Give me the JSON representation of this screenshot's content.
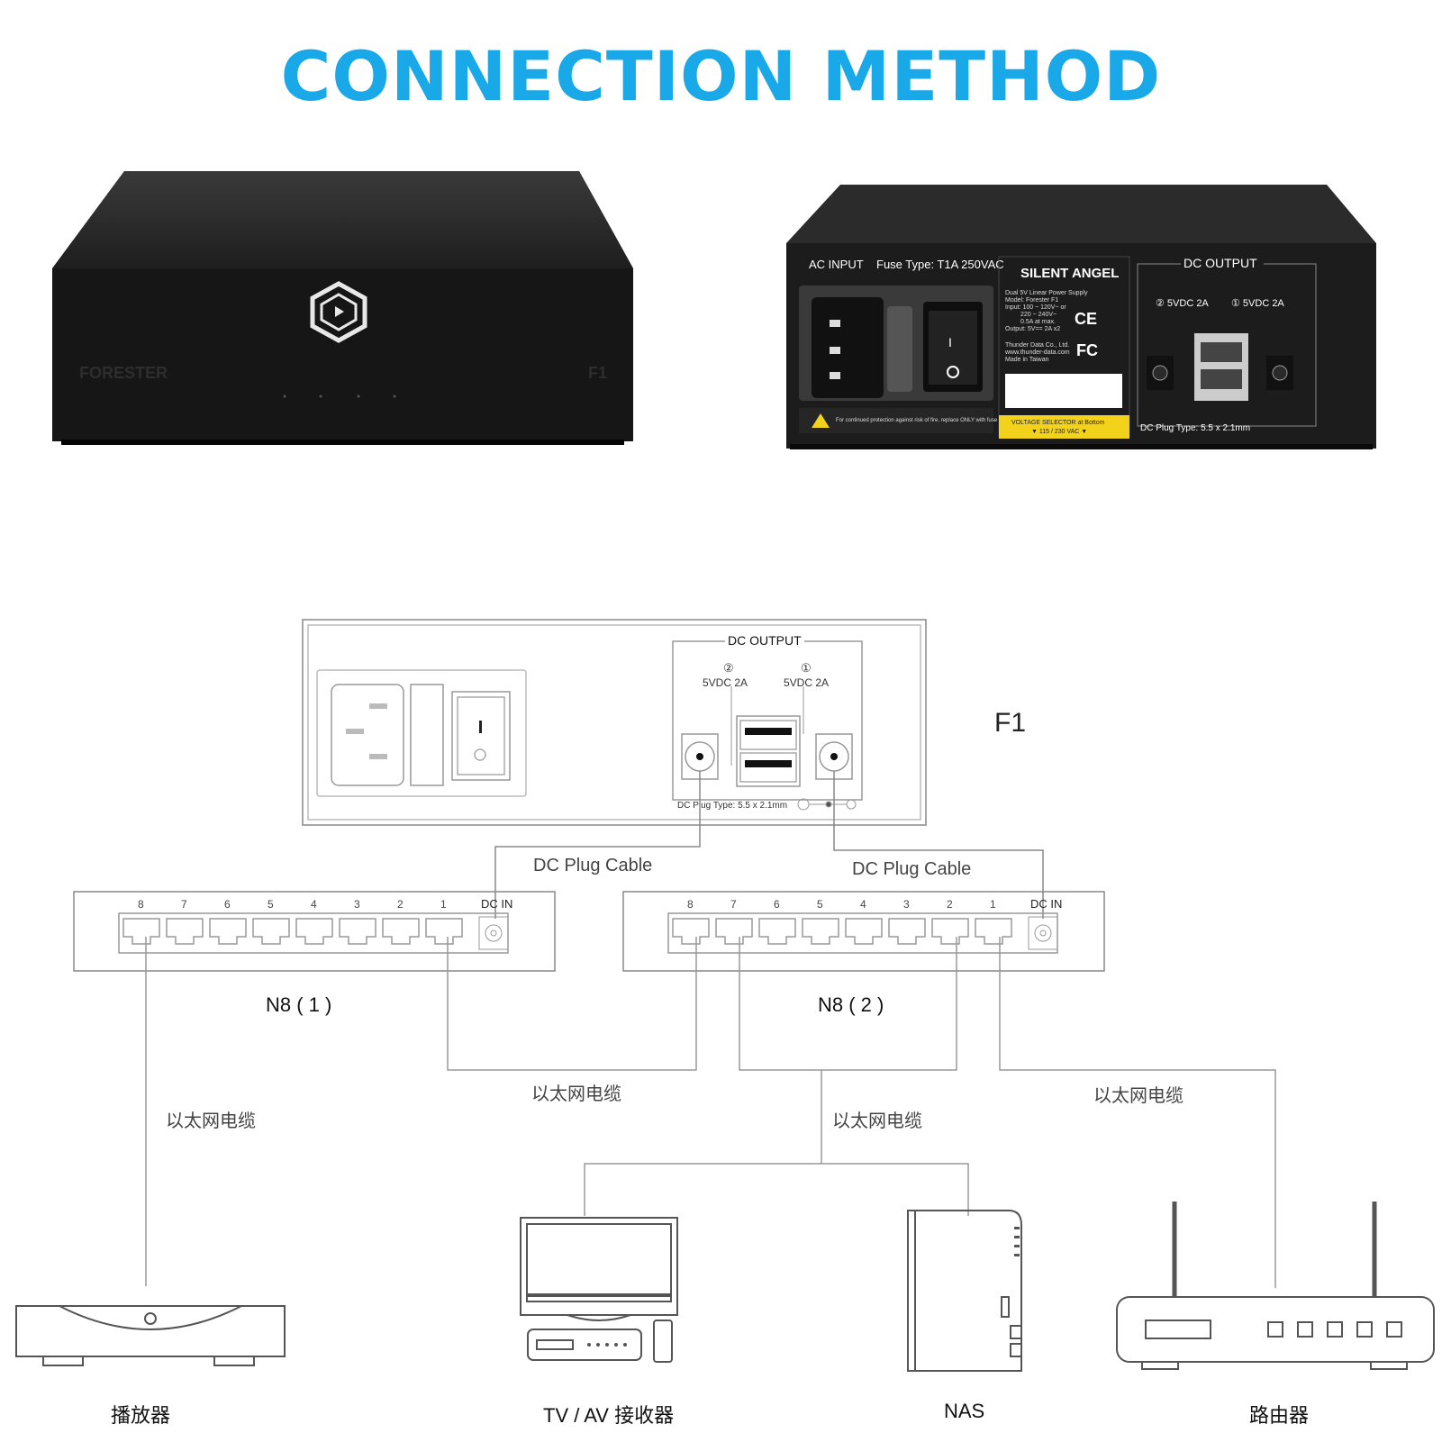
{
  "title": "CONNECTION METHOD",
  "colors": {
    "title": "#19a8e8",
    "device_body": "#222222",
    "label_yellow": "#f2d21b"
  },
  "front_photo": {
    "brand": "FORESTER",
    "model": "F1"
  },
  "back_photo": {
    "ac_input": "AC INPUT",
    "fuse": "Fuse Type: T1A 250VAC",
    "brand": "SILENT ANGEL",
    "spec_lines": [
      "Dual 5V Linear Power Supply",
      "Model: Forester F1",
      "Input: 100 ~ 120V~ or",
      "220 ~ 240V~",
      "0.5A at max.",
      "Output: 5V== 2A x2",
      "Thunder Data Co., Ltd.",
      "www.thunder-data.com",
      "Made in Taiwan"
    ],
    "warning": "For continued protection against risk of fire, replace ONLY with fuse of the specified type and current ratings.",
    "voltage_selector": "VOLTAGE SELECTOR at Bottom",
    "voltage_values": "▼ 115 / 230 VAC ▼",
    "dc_output": "DC OUTPUT",
    "port2": "② 5VDC 2A",
    "port1": "① 5VDC 2A",
    "plug_type": "DC Plug Type: 5.5 x 2.1mm"
  },
  "diagram": {
    "dc_output": "DC OUTPUT",
    "port2_num": "②",
    "port2_spec": "5VDC 2A",
    "port1_num": "①",
    "port1_spec": "5VDC 2A",
    "plug_type": "DC Plug Type: 5.5 x 2.1mm",
    "f1_label": "F1",
    "dc_plug_cable_left": "DC Plug Cable",
    "dc_plug_cable_right": "DC Plug Cable",
    "switch1_label": "N8 ( 1 )",
    "switch2_label": "N8 ( 2 )",
    "dc_in": "DC IN",
    "port_numbers": [
      "8",
      "7",
      "6",
      "5",
      "4",
      "3",
      "2",
      "1"
    ],
    "ethernet_cable_1": "以太网电缆",
    "ethernet_cable_2": "以太网电缆",
    "ethernet_cable_3": "以太网电缆",
    "ethernet_cable_4": "以太网电缆",
    "devices": {
      "player": "播放器",
      "tv_av": "TV / AV 接收器",
      "nas": "NAS",
      "router": "路由器"
    }
  }
}
